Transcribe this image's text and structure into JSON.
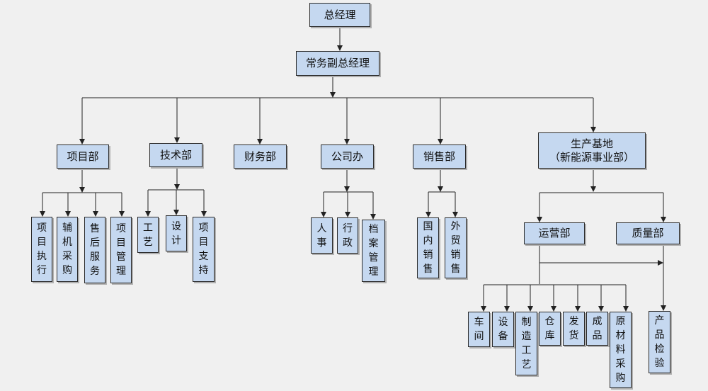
{
  "org": {
    "gm": "总经理",
    "vgm": "常务副总经理",
    "dept_project": "项目部",
    "dept_tech": "技术部",
    "dept_finance": "财务部",
    "dept_office": "公司办",
    "dept_sales": "销售部",
    "base_line1": "生产基地",
    "base_line2": "（新能源事业部）",
    "project_children": [
      "项目执行",
      "辅机采购",
      "售后服务",
      "项目管理"
    ],
    "tech_children": [
      "工艺",
      "设计",
      "项目支持"
    ],
    "office_children": [
      "人事",
      "行政",
      "档案管理"
    ],
    "sales_children": [
      "国内销售",
      "外贸销售"
    ],
    "ops": "运营部",
    "quality": "质量部",
    "ops_children": [
      "车间",
      "设备",
      "制造工艺",
      "仓库",
      "发货",
      "成品",
      "原材料采购"
    ],
    "quality_children": [
      "产品检验"
    ]
  }
}
